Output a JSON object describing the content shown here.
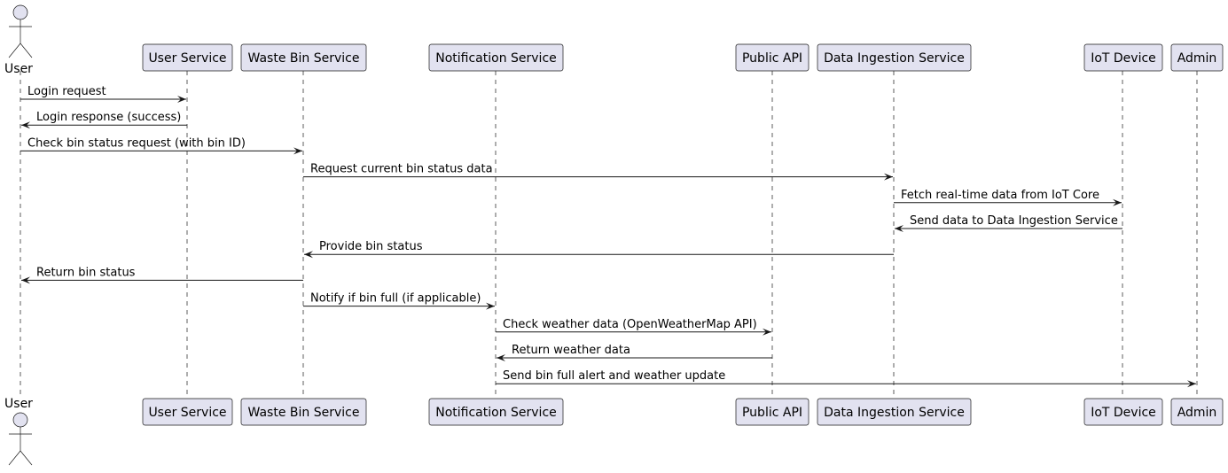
{
  "participants": [
    {
      "id": "user",
      "label": "User",
      "kind": "actor"
    },
    {
      "id": "user_service",
      "label": "User Service",
      "kind": "box"
    },
    {
      "id": "waste_bin",
      "label": "Waste Bin Service",
      "kind": "box"
    },
    {
      "id": "notification",
      "label": "Notification Service",
      "kind": "box"
    },
    {
      "id": "public_api",
      "label": "Public API",
      "kind": "box"
    },
    {
      "id": "ingestion",
      "label": "Data Ingestion Service",
      "kind": "box"
    },
    {
      "id": "iot",
      "label": "IoT Device",
      "kind": "box"
    },
    {
      "id": "admin",
      "label": "Admin",
      "kind": "box"
    }
  ],
  "messages": [
    {
      "from": "user",
      "to": "user_service",
      "label": "Login request"
    },
    {
      "from": "user_service",
      "to": "user",
      "label": "Login response (success)"
    },
    {
      "from": "user",
      "to": "waste_bin",
      "label": "Check bin status request (with bin ID)"
    },
    {
      "from": "waste_bin",
      "to": "ingestion",
      "label": "Request current bin status data"
    },
    {
      "from": "ingestion",
      "to": "iot",
      "label": "Fetch real-time data from IoT Core"
    },
    {
      "from": "iot",
      "to": "ingestion",
      "label": "Send data to Data Ingestion Service"
    },
    {
      "from": "ingestion",
      "to": "waste_bin",
      "label": "Provide bin status"
    },
    {
      "from": "waste_bin",
      "to": "user",
      "label": "Return bin status"
    },
    {
      "from": "waste_bin",
      "to": "notification",
      "label": "Notify if bin full (if applicable)"
    },
    {
      "from": "notification",
      "to": "public_api",
      "label": "Check weather data (OpenWeatherMap API)"
    },
    {
      "from": "public_api",
      "to": "notification",
      "label": "Return weather data"
    },
    {
      "from": "notification",
      "to": "admin",
      "label": "Send bin full alert and weather update"
    }
  ]
}
